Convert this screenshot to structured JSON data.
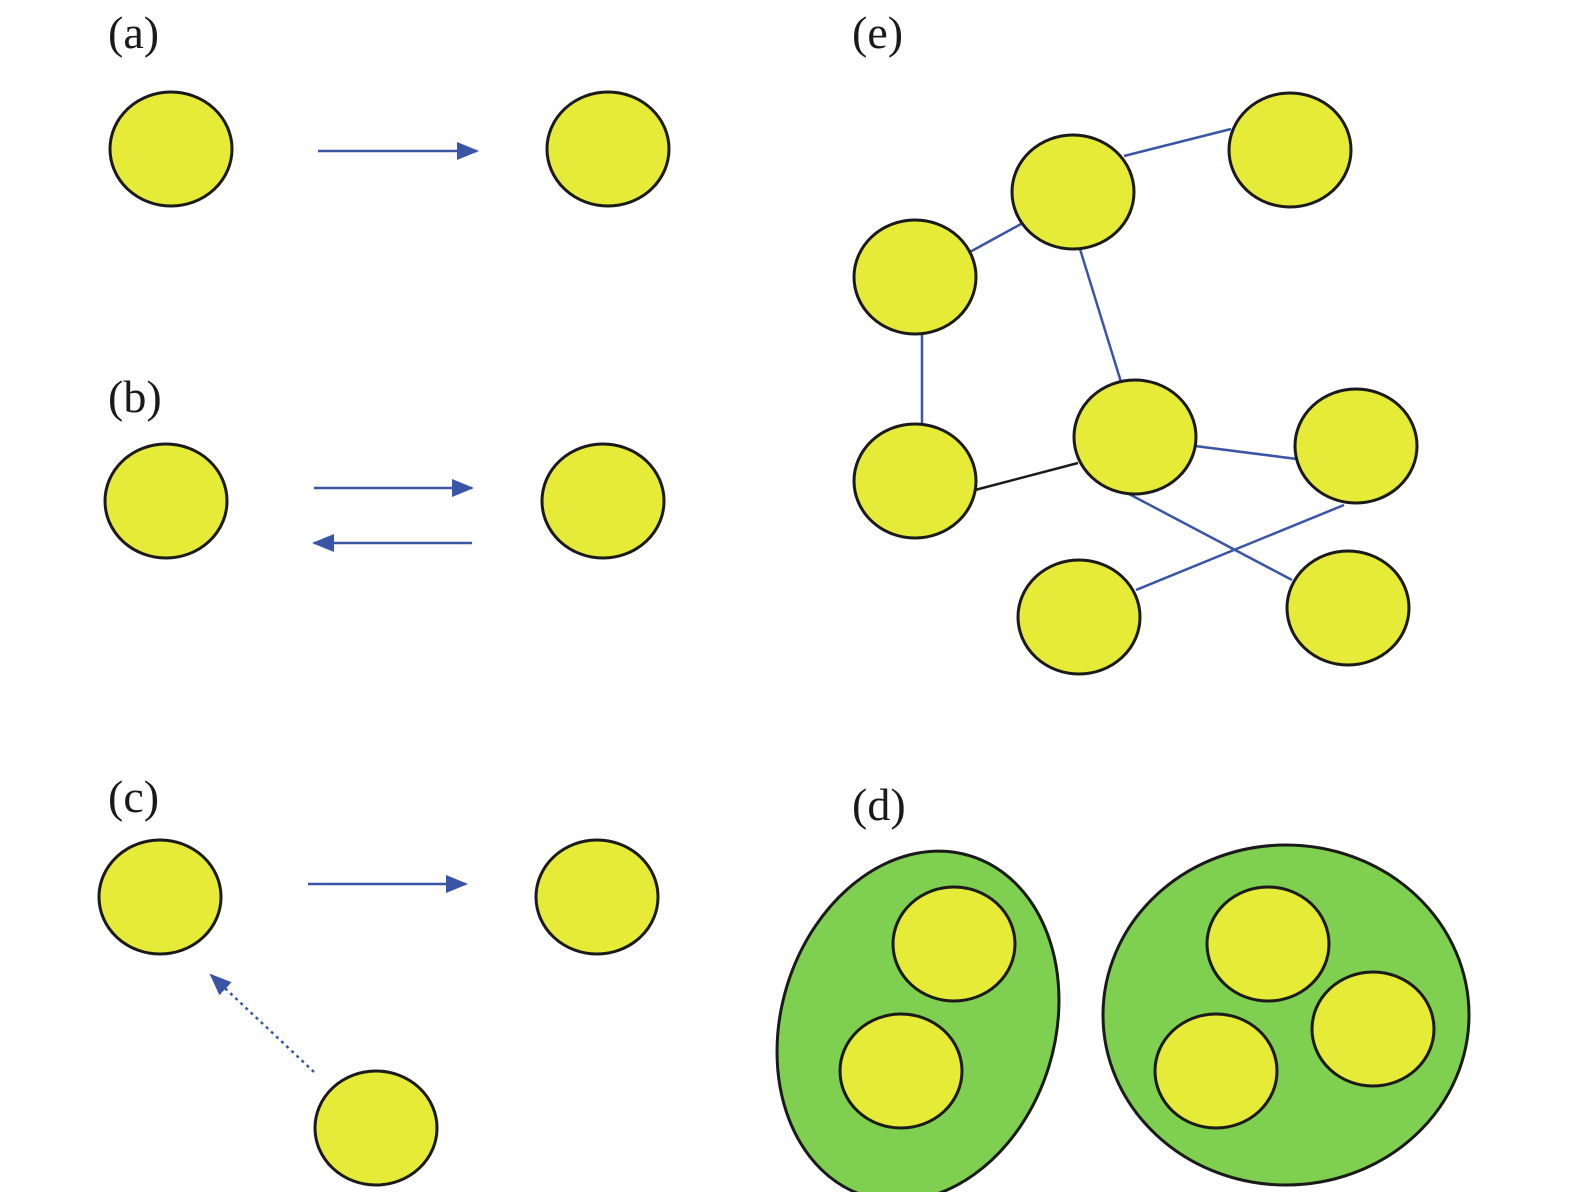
{
  "panels": {
    "a": {
      "label": "(a)"
    },
    "b": {
      "label": "(b)"
    },
    "c": {
      "label": "(c)"
    },
    "d": {
      "label": "(d)"
    },
    "e": {
      "label": "(e)"
    }
  },
  "colors": {
    "node_fill": "#e5eb37",
    "group_fill": "#7fcf50",
    "edge_blue": "#3a55a6",
    "edge_black": "#1a1a1a",
    "outline": "#1a1a1a"
  }
}
